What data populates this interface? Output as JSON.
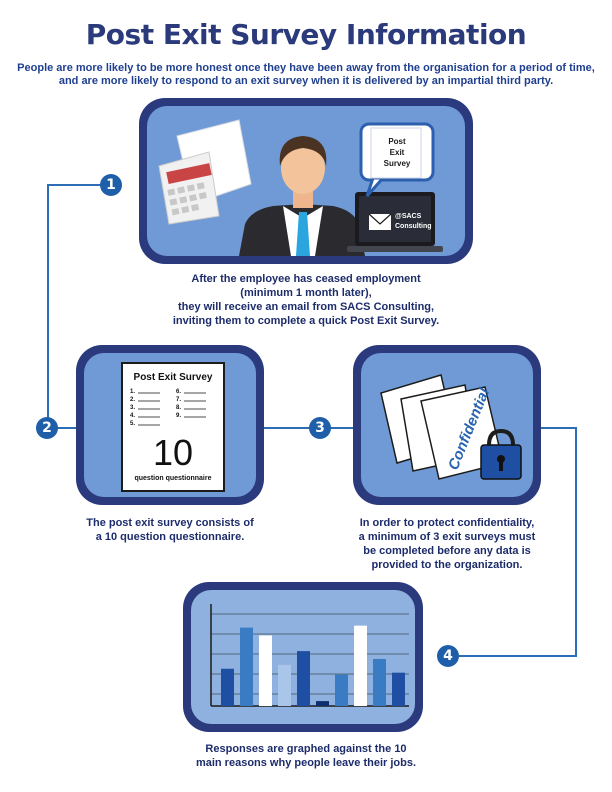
{
  "header": {
    "title": "Post Exit Survey Information",
    "subtitle": "People are more likely to be more honest once they have been away from the organisation for a period of time, and are more likely to respond to an exit survey when it is delivered by an impartial third party."
  },
  "steps": [
    {
      "number": "1",
      "bubble_text": [
        "Post",
        "Exit",
        "Survey"
      ],
      "laptop_text": [
        "@SACS",
        "Consulting"
      ],
      "caption": [
        "After the employee has ceased employment",
        "(minimum 1 month later),",
        "they will receive an email from SACS Consulting,",
        "inviting them to complete a quick Post Exit Survey."
      ]
    },
    {
      "number": "2",
      "sheet_title": "Post Exit Survey",
      "list_left": [
        "1.",
        "2.",
        "3.",
        "4.",
        "5."
      ],
      "list_right": [
        "6.",
        "7.",
        "8.",
        "9."
      ],
      "big_number": "10",
      "sheet_footer": "question questionnaire",
      "caption": [
        "The post exit survey consists of",
        "a 10 question questionnaire."
      ]
    },
    {
      "number": "3",
      "stamp_text": "Confidential",
      "caption": [
        "In order to protect confidentiality,",
        "a minimum of 3 exit surveys must",
        "be completed before any data is",
        "provided to the organization."
      ]
    },
    {
      "number": "4",
      "caption": [
        "Responses are graphed against the 10",
        "main reasons why people leave their jobs."
      ]
    }
  ],
  "colors": {
    "title": "#2b3a7a",
    "panel_border": "#2a3a7c",
    "panel_fill": "#6f9ad5",
    "connector": "#2d6db5",
    "bar_colors": [
      "#1f4fa3",
      "#3a7cc4",
      "#ffffff",
      "#a9c5ea",
      "#1f4fa3",
      "#0e2e6e",
      "#3a7cc4",
      "#ffffff",
      "#3a7cc4",
      "#1f4fa3"
    ]
  },
  "chart_values": [
    0.38,
    0.8,
    0.72,
    0.42,
    0.56,
    0.05,
    0.32,
    0.82,
    0.48,
    0.34
  ]
}
